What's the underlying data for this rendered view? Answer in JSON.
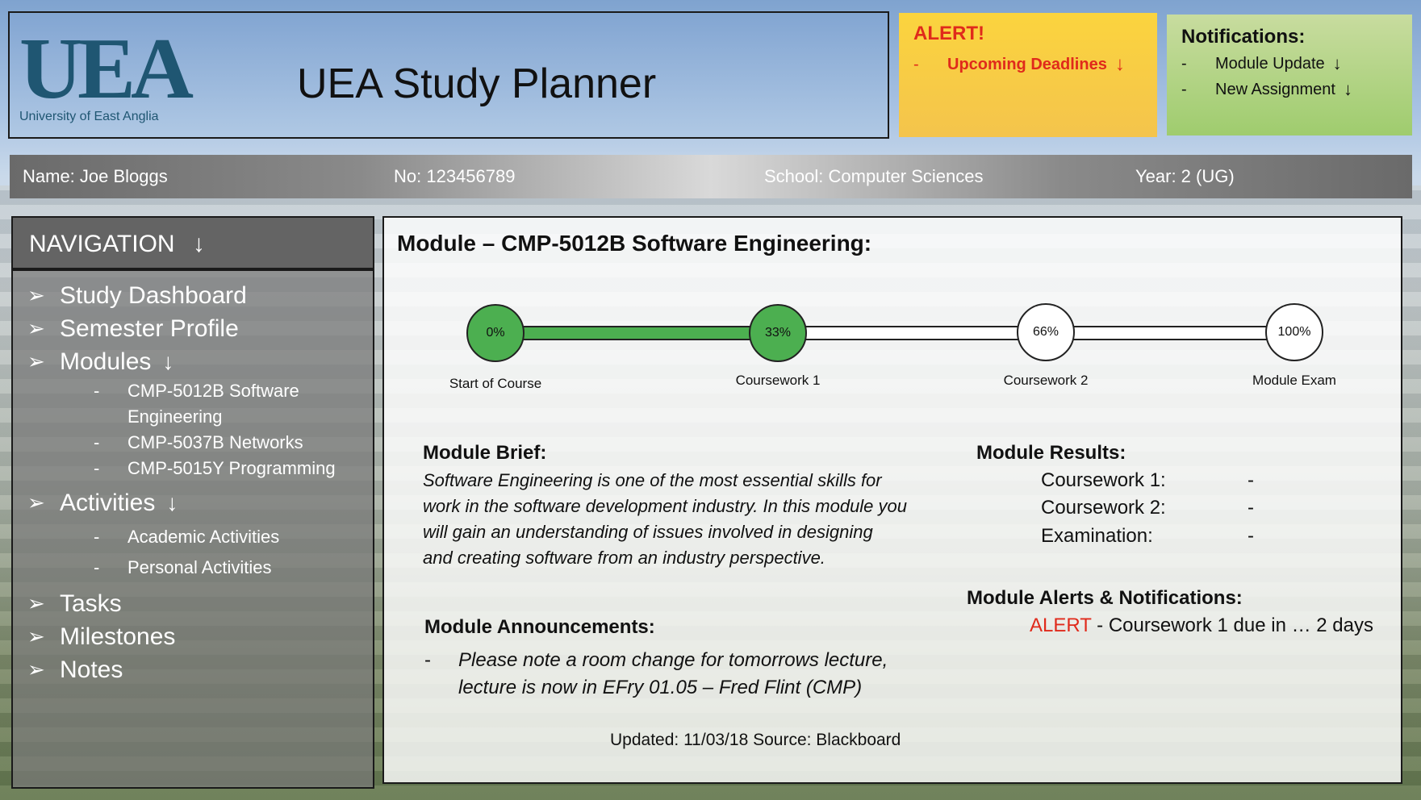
{
  "header": {
    "logo_mark": "UEA",
    "logo_sub": "University of East Anglia",
    "title": "UEA Study Planner"
  },
  "alert": {
    "title": "ALERT!",
    "items": [
      {
        "dash": "-",
        "label": "Upcoming Deadlines",
        "arrow": "↓"
      }
    ]
  },
  "notifications": {
    "title": "Notifications:",
    "items": [
      {
        "dash": "-",
        "label": "Module Update",
        "arrow": "↓"
      },
      {
        "dash": "-",
        "label": "New Assignment",
        "arrow": "↓"
      }
    ]
  },
  "student": {
    "name": "Name: Joe Bloggs",
    "number": "No: 123456789",
    "school": "School: Computer Sciences",
    "year": "Year: 2 (UG)"
  },
  "nav": {
    "header": "NAVIGATION",
    "header_arrow": "↓",
    "chevron": "➢",
    "dash": "-",
    "items": {
      "study_dashboard": "Study Dashboard",
      "semester_profile": "Semester Profile",
      "modules": "Modules",
      "activities": "Activities",
      "tasks": "Tasks",
      "milestones": "Milestones",
      "notes": "Notes"
    },
    "modules_sub": [
      "CMP-5012B Software Engineering",
      "CMP-5037B Networks",
      "CMP-5015Y Programming"
    ],
    "activities_sub": [
      "Academic Activities",
      "Personal Activities"
    ],
    "expand_arrow": "↓"
  },
  "module": {
    "title": "Module – CMP-5012B Software Engineering:",
    "progress_percent": 33,
    "timeline": [
      {
        "pct": "0%",
        "label": "Start of Course",
        "done": true
      },
      {
        "pct": "33%",
        "label": "Coursework 1",
        "done": true
      },
      {
        "pct": "66%",
        "label": "Coursework 2",
        "done": false
      },
      {
        "pct": "100%",
        "label": "Module Exam",
        "done": false
      }
    ],
    "brief_title": "Module Brief:",
    "brief_text": "Software Engineering is one of the most essential skills for work in the software development industry. In this module you will gain an understanding of issues involved in designing and creating software from an industry perspective.",
    "results_title": "Module Results:",
    "results": [
      {
        "label": "Coursework 1:",
        "value": "-"
      },
      {
        "label": "Coursework 2:",
        "value": "-"
      },
      {
        "label": "Examination:",
        "value": "-"
      }
    ],
    "alerts_title": "Module Alerts & Notifications:",
    "alert_keyword": "ALERT",
    "alert_text": " - Coursework 1 due in … 2 days",
    "announcements_title": "Module Announcements:",
    "announcement_dash": "-",
    "announcement_text": "Please note a room change for tomorrows lecture, lecture is now in EFry 01.05 – Fred Flint (CMP)",
    "updated": "Updated: 11/03/18 Source: Blackboard"
  },
  "colors": {
    "progress_done": "#4caf50",
    "alert_red": "#e02a1b",
    "brand": "#1f5672"
  }
}
